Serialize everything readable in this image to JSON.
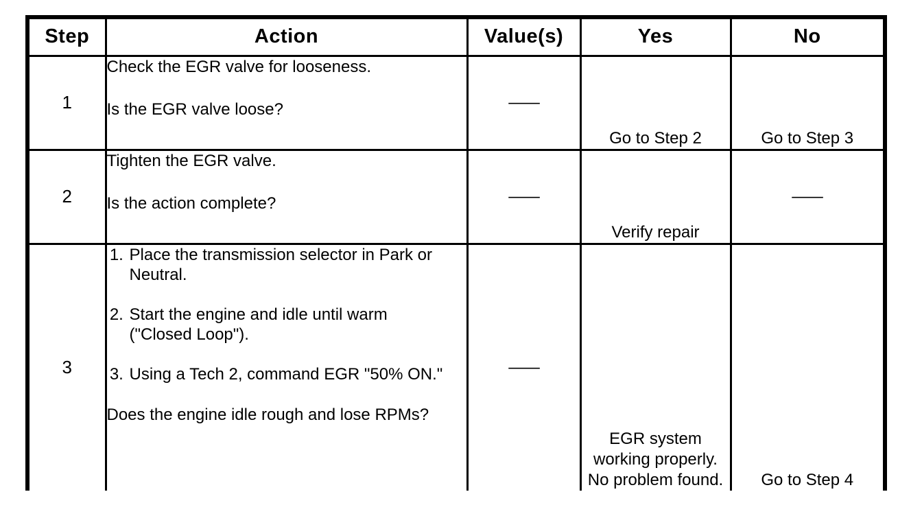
{
  "colors": {
    "page_background": "#ffffff",
    "text": "#000000",
    "border": "#000000"
  },
  "table": {
    "headers": [
      "Step",
      "Action",
      "Value(s)",
      "Yes",
      "No"
    ],
    "rows": [
      {
        "step": "1",
        "action_paragraphs": [
          "Check the EGR valve for looseness.",
          "Is the EGR valve loose?"
        ],
        "value": "—",
        "yes": "Go to Step 2",
        "no": "Go to Step 3"
      },
      {
        "step": "2",
        "action_paragraphs": [
          "Tighten the EGR valve.",
          "Is the action complete?"
        ],
        "value": "—",
        "yes": "Verify repair",
        "no": "—"
      },
      {
        "step": "3",
        "action_steps": [
          "Place the transmission selector in Park or Neutral.",
          "Start the engine and idle until warm (\"Closed Loop\").",
          "Using a Tech 2, command EGR \"50% ON.\""
        ],
        "action_question": "Does the engine idle rough and lose RPMs?",
        "value": "—",
        "yes": "EGR system working properly. No problem found.",
        "no": "Go to Step 4"
      }
    ]
  }
}
